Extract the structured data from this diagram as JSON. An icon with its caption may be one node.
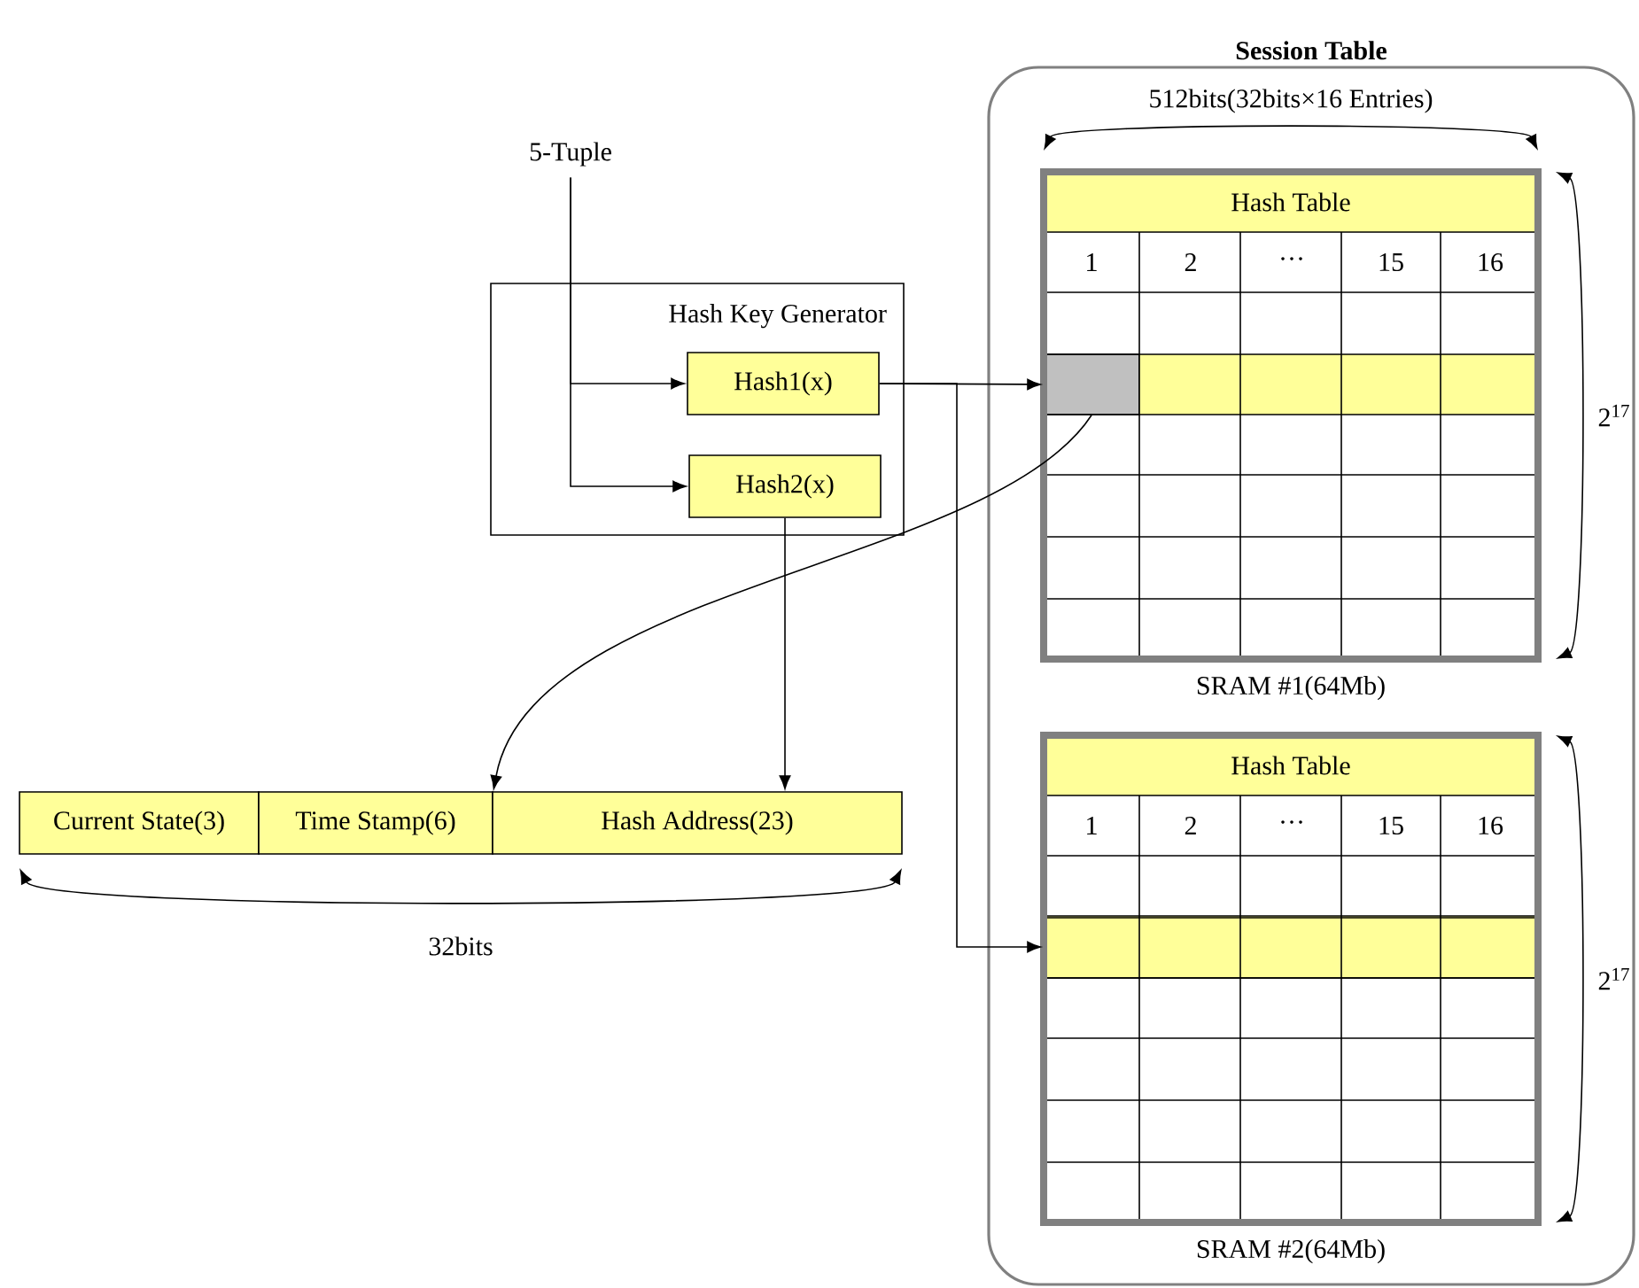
{
  "diagram": {
    "nodes": [
      {
        "text": [
          "Session Table"
        ]
      },
      {
        "text": [
          "Hash Table"
        ],
        "beside": [
          "SRAM #1(64Mb)"
        ],
        "in": 0
      },
      {
        "text": [],
        "shape": "box",
        "in": 1
      },
      {
        "text": [
          "Hash Table"
        ],
        "beside": [
          "SRAM #2(64Mb)"
        ],
        "in": 0
      },
      {
        "text": [],
        "shape": "bar",
        "in": 3
      },
      {
        "text": [
          "5-Tuple"
        ]
      },
      {
        "text": [
          "Hash Key Generator"
        ]
      },
      {
        "text": [
          "Hash1(x)"
        ],
        "in": 6
      },
      {
        "text": [
          "Hash2(x)"
        ],
        "in": 6
      },
      {
        "text": [
          "Current State(3)"
        ]
      },
      {
        "text": [
          "Time Stamp(6)"
        ]
      },
      {
        "text": [
          "Hash Address(23)"
        ]
      }
    ],
    "edges": [
      {
        "from": 5,
        "to": 7,
        "arrow": "to"
      },
      {
        "from": 5,
        "to": 8,
        "arrow": "to"
      },
      {
        "from": 7,
        "to": 2,
        "arrow": "to"
      },
      {
        "from": 7,
        "to": 4,
        "arrow": "to"
      },
      {
        "from": 8,
        "to": 11,
        "arrow": "to"
      },
      {
        "from": 2,
        "to": 10,
        "arrow": "to"
      }
    ],
    "labels": [
      "512bits(32bits×16 Entries)",
      "1",
      "2",
      "···",
      "15",
      "16",
      "2$^{17}$",
      "1",
      "2",
      "···",
      "15",
      "16",
      "2$^{17}$",
      "32bits"
    ]
  }
}
